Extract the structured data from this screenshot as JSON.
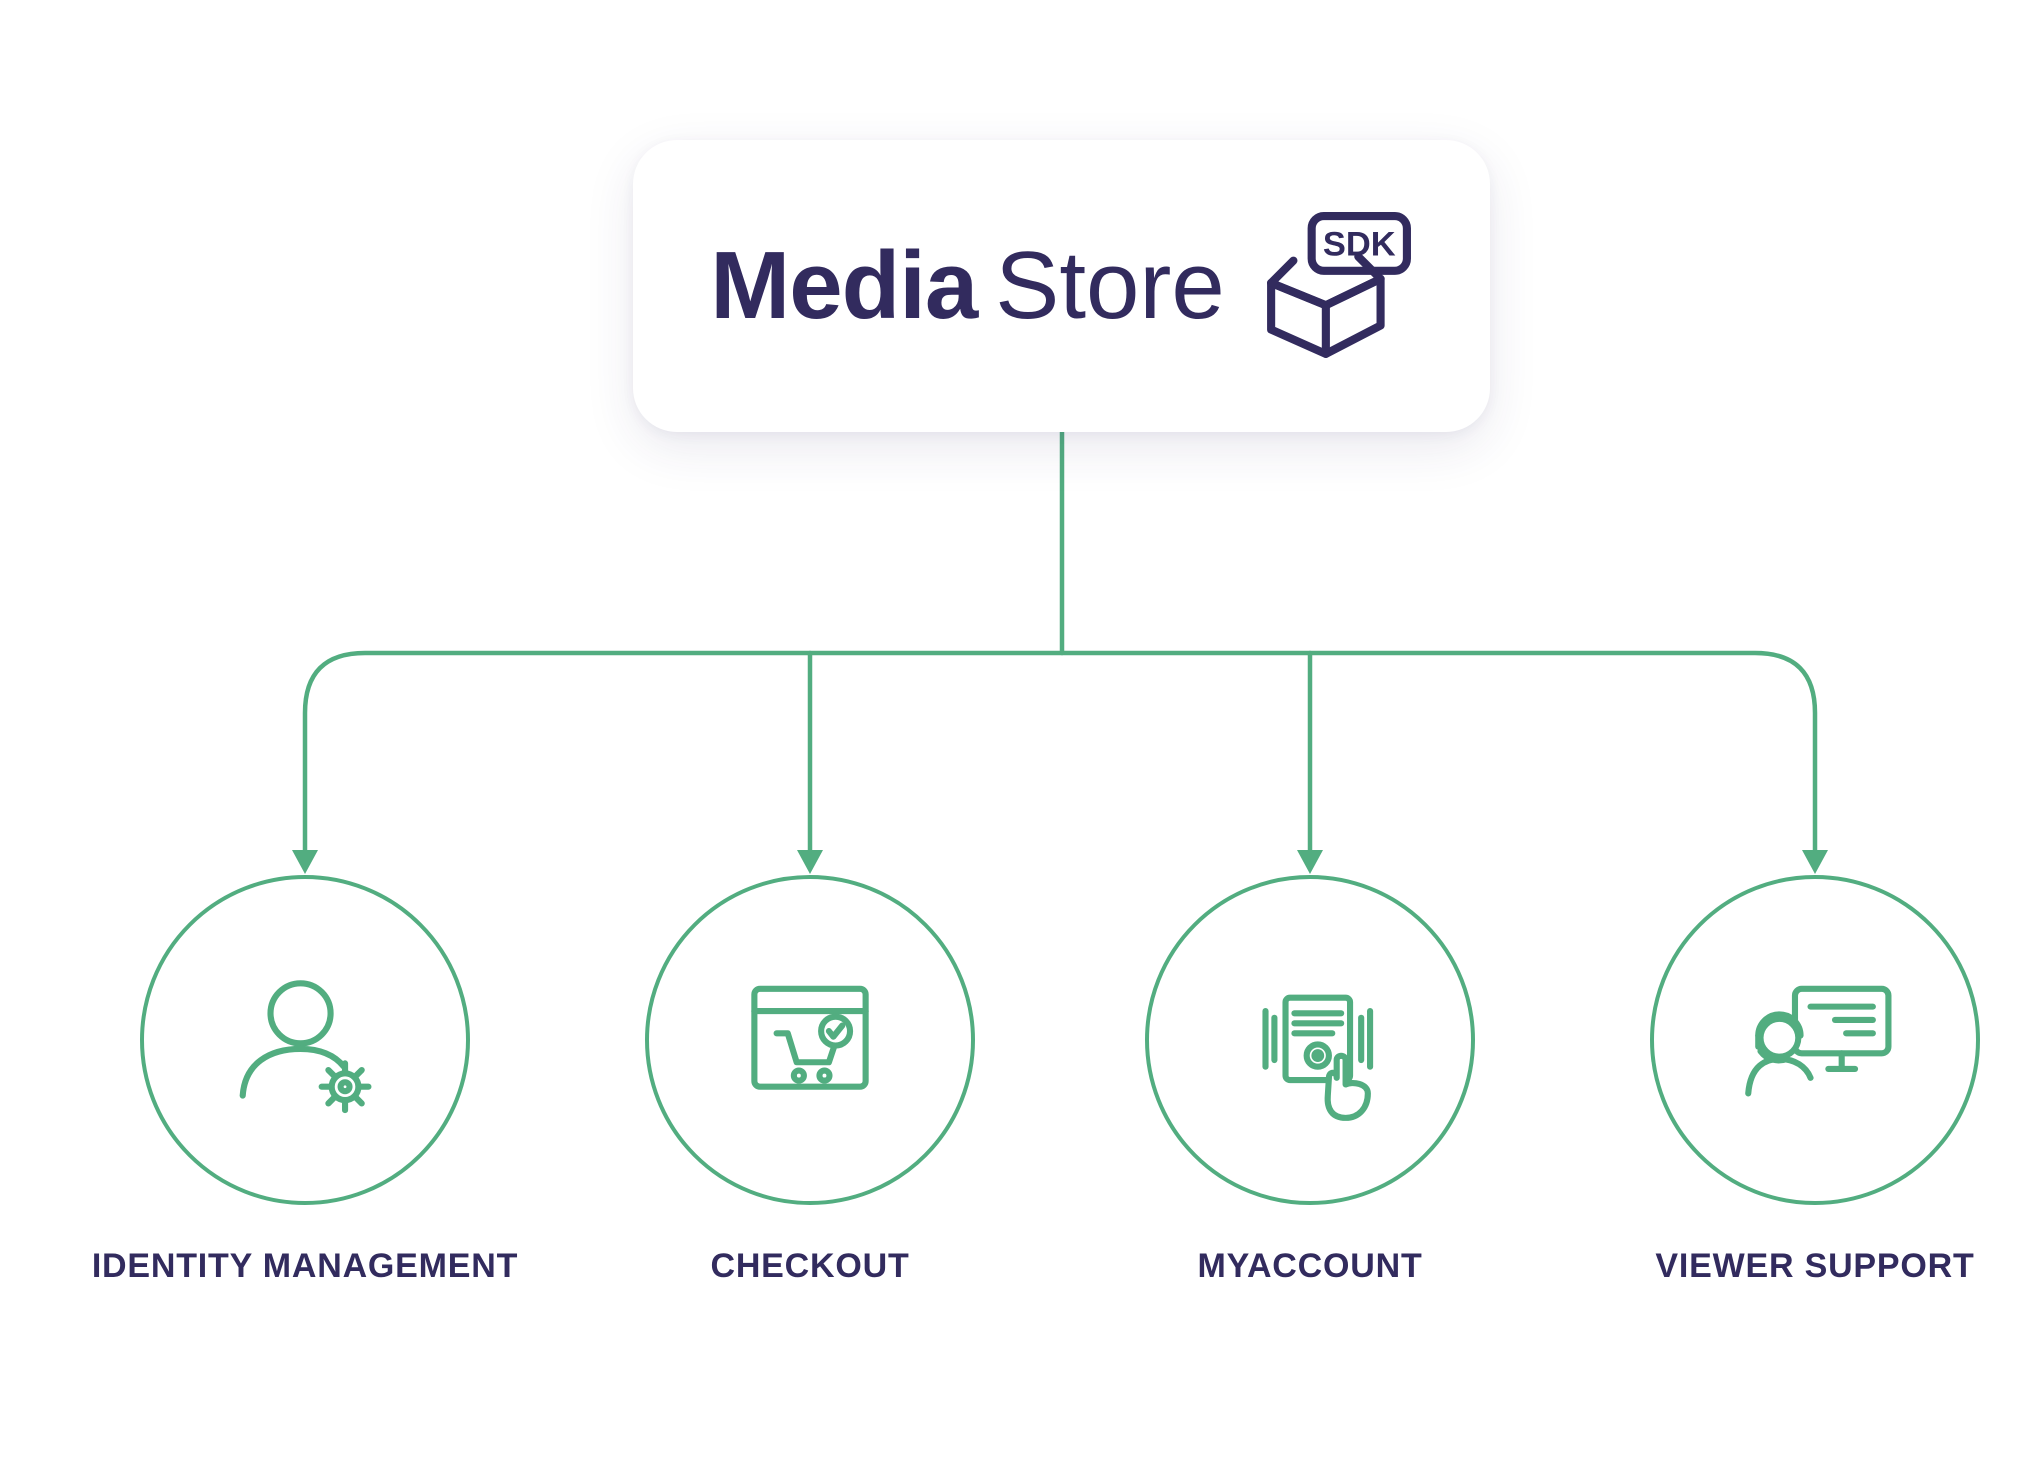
{
  "colors": {
    "accent_green": "#52ad80",
    "navy": "#322b5e",
    "card_bg": "#ffffff"
  },
  "header": {
    "brand_bold": "Media",
    "brand_light": "Store",
    "sdk_label": "SDK"
  },
  "nodes": [
    {
      "label": "IDENTITY MANAGEMENT",
      "icon": "user-gear-icon"
    },
    {
      "label": "CHECKOUT",
      "icon": "cart-browser-icon"
    },
    {
      "label": "MYACCOUNT",
      "icon": "account-card-hand-icon"
    },
    {
      "label": "VIEWER SUPPORT",
      "icon": "support-agent-monitor-icon"
    }
  ]
}
